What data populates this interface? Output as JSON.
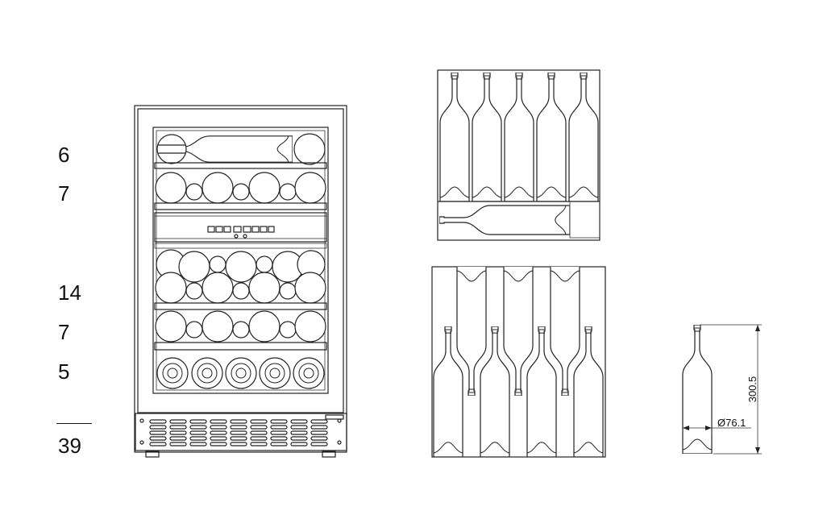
{
  "shelf_counts": [
    "6",
    "7",
    "14",
    "7",
    "5"
  ],
  "total_count": "39",
  "dimensions": {
    "bottle_height": "300.5",
    "bottle_diameter": "Ø76.1"
  }
}
